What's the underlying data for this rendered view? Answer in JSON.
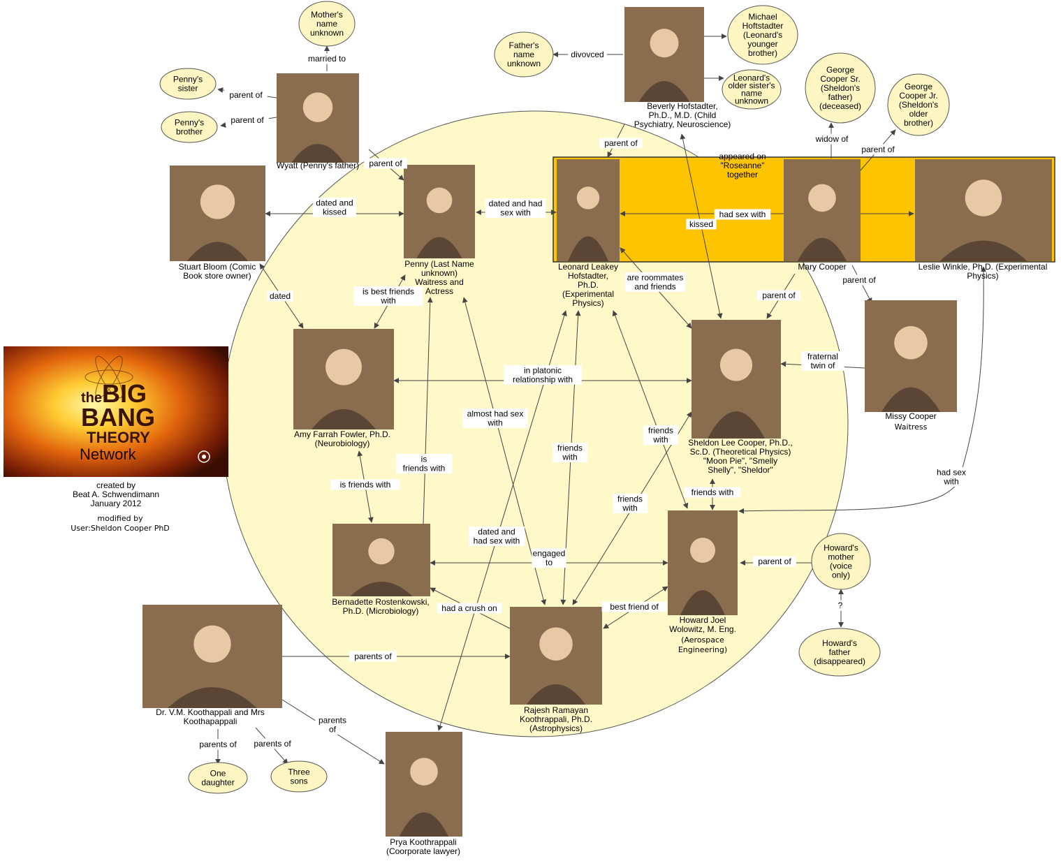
{
  "colors": {
    "circle": "#fff8c8",
    "bubble": "#fdf6c3",
    "highlight_band": "#ffc400",
    "photo": "#8a6d4f",
    "edge": "#444444"
  },
  "logo": {
    "the": "the",
    "big": "BIG",
    "bang": "BANG",
    "theory": "THEORY",
    "network": "Network"
  },
  "credits": [
    "created by",
    "Beat A. Schwendimann",
    "January 2012"
  ],
  "modified": [
    "modified by",
    "User:Sheldon Cooper PhD"
  ],
  "bubbles": [
    {
      "id": "mother",
      "lines": [
        "Mother's",
        "name",
        "unknown"
      ]
    },
    {
      "id": "pennys-sister",
      "lines": [
        "Penny's",
        "sister"
      ]
    },
    {
      "id": "pennys-brother",
      "lines": [
        "Penny's",
        "brother"
      ]
    },
    {
      "id": "fathers-name",
      "lines": [
        "Father's",
        "name",
        "unknown"
      ]
    },
    {
      "id": "michael",
      "lines": [
        "Michael",
        "Hoftstadter",
        "(Leonard's",
        "younger",
        "brother)"
      ]
    },
    {
      "id": "leonards-sister",
      "lines": [
        "Leonard's",
        "older sister's",
        "name",
        "unknown"
      ]
    },
    {
      "id": "george-sr",
      "lines": [
        "George",
        "Cooper Sr.",
        "(Sheldon's",
        "father)",
        "(deceased)"
      ]
    },
    {
      "id": "george-jr",
      "lines": [
        "George",
        "Cooper Jr.",
        "(Sheldon's",
        "older",
        "brother)"
      ]
    },
    {
      "id": "howards-mother",
      "lines": [
        "Howard's",
        "mother",
        "(voice",
        "only)"
      ]
    },
    {
      "id": "howards-father",
      "lines": [
        "Howard's",
        "father",
        "(disappeared)"
      ]
    },
    {
      "id": "one-daughter",
      "lines": [
        "One",
        "daughter"
      ]
    },
    {
      "id": "three-sons",
      "lines": [
        "Three",
        "sons"
      ]
    }
  ],
  "people": [
    {
      "id": "wyatt",
      "lines": [
        "Wyatt (Penny's father)"
      ]
    },
    {
      "id": "beverly",
      "lines": [
        "Beverly Hofstadter,",
        "Ph.D., M.D. (Child",
        "Psychiatry, Neuroscience)"
      ]
    },
    {
      "id": "stuart",
      "lines": [
        "Stuart Bloom (Comic",
        "Book store owner)"
      ]
    },
    {
      "id": "penny",
      "lines": [
        "Penny (Last Name",
        "unknown)",
        "Waitress and",
        "Actress"
      ]
    },
    {
      "id": "leonard",
      "lines": [
        "Leonard Leakey",
        "Hofstadter,",
        "Ph.D.",
        "(Experimental",
        "Physics)"
      ]
    },
    {
      "id": "mary",
      "lines": [
        "Mary Cooper"
      ]
    },
    {
      "id": "leslie",
      "lines": [
        "Leslie Winkle, Ph.D. (Experimental",
        "Physics)"
      ]
    },
    {
      "id": "missy",
      "lines": [
        "Missy Cooper"
      ],
      "extra": "Waitress"
    },
    {
      "id": "amy",
      "lines": [
        "Amy Farrah Fowler, Ph.D.",
        "(Neurobiology)"
      ]
    },
    {
      "id": "sheldon",
      "lines": [
        "Sheldon Lee Cooper, Ph.D.,",
        "Sc.D. (Theoretical Physics)",
        "\"Moon Pie\", \"Smelly",
        "Shelly\", \"Sheldor\""
      ]
    },
    {
      "id": "bernadette",
      "lines": [
        "Bernadette Rostenkowski,",
        "Ph.D. (Microbiology)"
      ]
    },
    {
      "id": "howard",
      "lines": [
        "Howard Joel",
        "Wolowitz, M. Eng."
      ],
      "extra_lines": [
        "(Aerospace",
        "Engineering)"
      ]
    },
    {
      "id": "raj",
      "lines": [
        "Rajesh Ramayan",
        "Koothrappali, Ph.D.",
        "(Astrophysics)"
      ]
    },
    {
      "id": "koothrappalis",
      "lines": [
        "Dr. V.M. Koothappali and Mrs",
        "Koothapappali"
      ]
    },
    {
      "id": "prya",
      "lines": [
        "Prya Koothrappali",
        "(Coorporate lawyer)"
      ]
    }
  ],
  "edges": [
    {
      "id": "married-to",
      "lines": [
        "married to"
      ]
    },
    {
      "id": "parent-of-sister",
      "lines": [
        "parent of"
      ]
    },
    {
      "id": "parent-of-brother",
      "lines": [
        "parent of"
      ]
    },
    {
      "id": "wyatt-parent-of",
      "lines": [
        "parent of"
      ]
    },
    {
      "id": "divorced",
      "lines": [
        "divovced"
      ]
    },
    {
      "id": "beverly-parent-of",
      "lines": [
        "parent of"
      ]
    },
    {
      "id": "widow-of",
      "lines": [
        "widow of"
      ]
    },
    {
      "id": "mary-parent-of-george",
      "lines": [
        "parent of"
      ]
    },
    {
      "id": "roseanne",
      "lines": [
        "appeared on",
        "\"Roseanne\"",
        "together"
      ]
    },
    {
      "id": "stuart-penny",
      "lines": [
        "dated and",
        "kissed"
      ]
    },
    {
      "id": "penny-leonard",
      "lines": [
        "dated and had",
        "sex with"
      ]
    },
    {
      "id": "leonard-leslie",
      "lines": [
        "had sex with"
      ]
    },
    {
      "id": "kissed",
      "lines": [
        "kissed"
      ]
    },
    {
      "id": "roommates",
      "lines": [
        "are roommates",
        "and friends"
      ]
    },
    {
      "id": "mary-parent-of-sheldon",
      "lines": [
        "parent of"
      ]
    },
    {
      "id": "mary-parent-of-missy",
      "lines": [
        "parent of"
      ]
    },
    {
      "id": "stuart-amy",
      "lines": [
        "dated"
      ]
    },
    {
      "id": "amy-penny",
      "lines": [
        "is best friends",
        "with"
      ]
    },
    {
      "id": "amy-sheldon",
      "lines": [
        "in platonic",
        "relationship with"
      ]
    },
    {
      "id": "fraternal",
      "lines": [
        "fraternal",
        "twin of"
      ]
    },
    {
      "id": "almost",
      "lines": [
        "almost had sex",
        "with"
      ]
    },
    {
      "id": "bernadette-penny",
      "lines": [
        "is",
        "friends with"
      ]
    },
    {
      "id": "amy-bernadette",
      "lines": [
        "is friends with"
      ]
    },
    {
      "id": "leonard-raj",
      "lines": [
        "friends",
        "with"
      ]
    },
    {
      "id": "leonard-howard",
      "lines": [
        "friends",
        "with"
      ]
    },
    {
      "id": "leslie-howard",
      "lines": [
        "had sex",
        "with"
      ]
    },
    {
      "id": "sheldon-howard",
      "lines": [
        "friends with"
      ]
    },
    {
      "id": "sheldon-raj",
      "lines": [
        "friends",
        "with"
      ]
    },
    {
      "id": "engaged",
      "lines": [
        "engaged",
        "to"
      ]
    },
    {
      "id": "dated-prya",
      "lines": [
        "dated and",
        "had sex with"
      ]
    },
    {
      "id": "howards-mother-parent",
      "lines": [
        "parent of"
      ]
    },
    {
      "id": "question",
      "lines": [
        "?"
      ]
    },
    {
      "id": "crush",
      "lines": [
        "had a crush on"
      ]
    },
    {
      "id": "best-friend",
      "lines": [
        "best friend of"
      ]
    },
    {
      "id": "parents-of-raj",
      "lines": [
        "parents of"
      ]
    },
    {
      "id": "parents-of-prya",
      "lines": [
        "parents",
        "of"
      ]
    },
    {
      "id": "parents-of-daughter",
      "lines": [
        "parents of"
      ]
    },
    {
      "id": "parents-of-sons",
      "lines": [
        "parents of"
      ]
    }
  ]
}
